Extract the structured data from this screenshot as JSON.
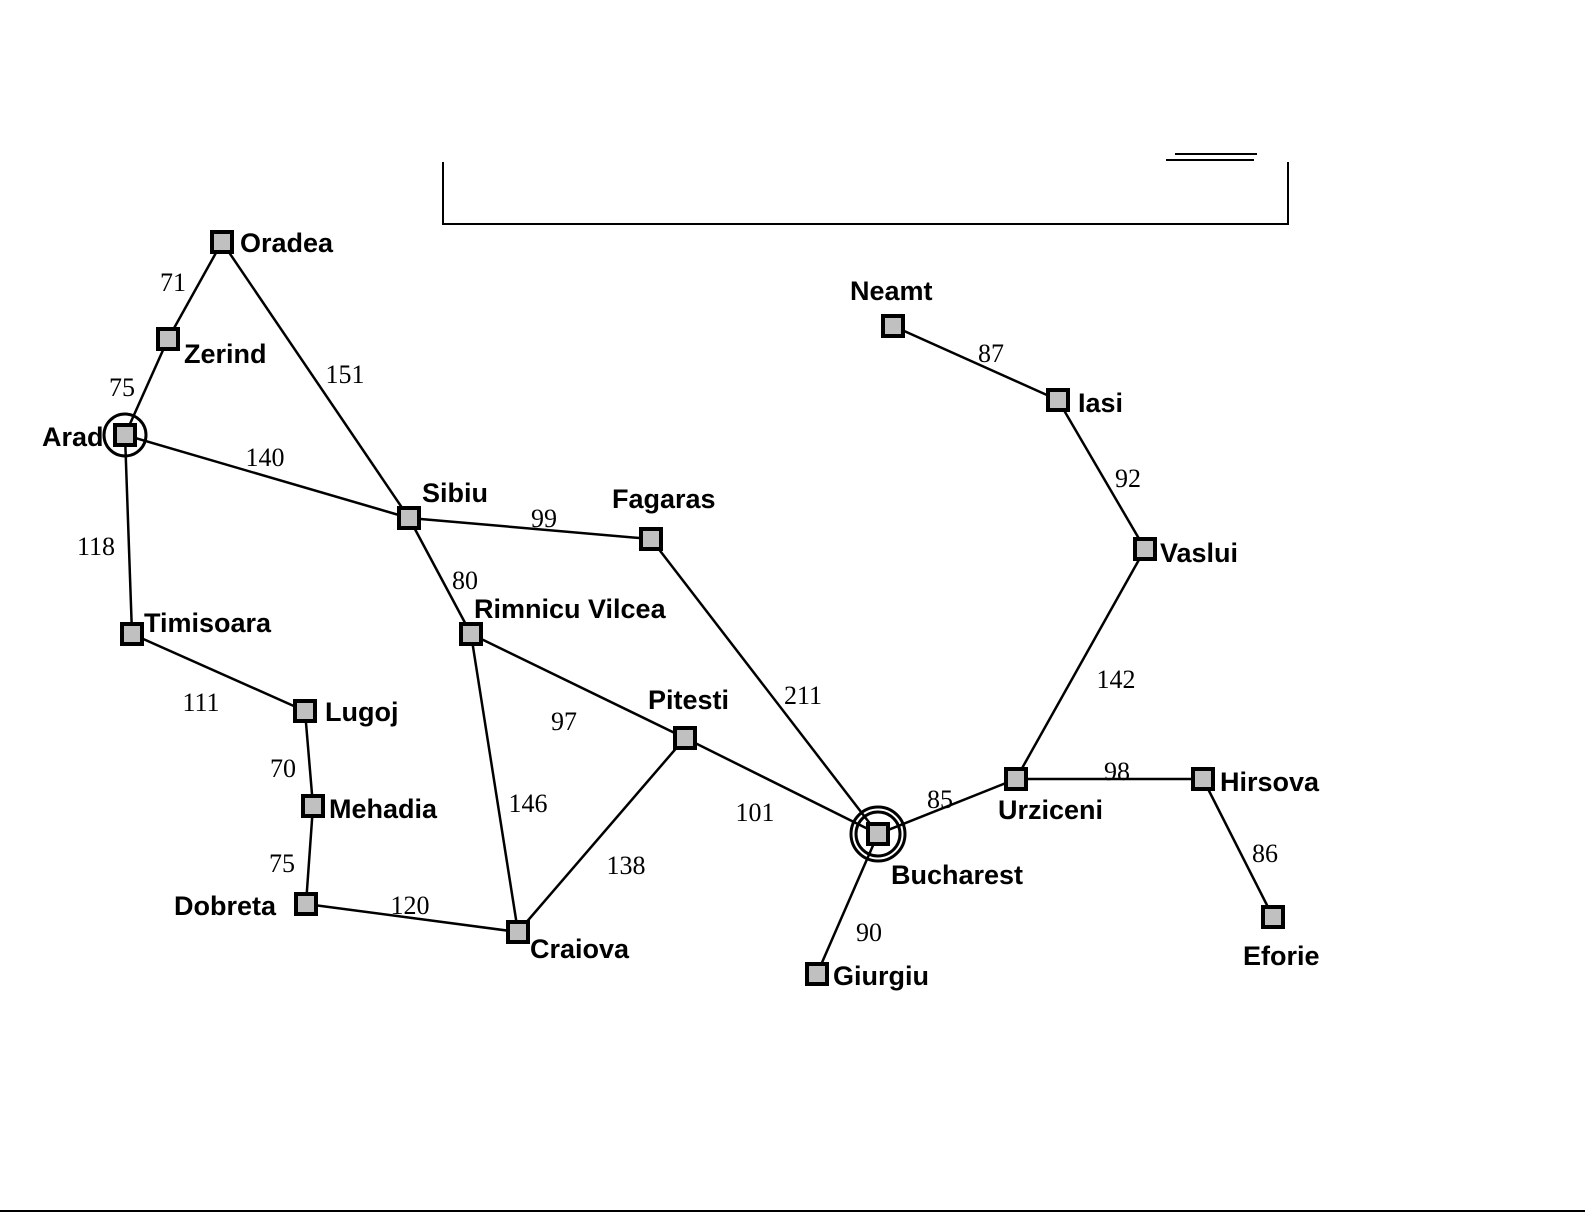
{
  "graph": {
    "start_city": "Arad",
    "goal_city": "Bucharest",
    "cities": [
      {
        "id": "Oradea",
        "label": "Oradea"
      },
      {
        "id": "Zerind",
        "label": "Zerind"
      },
      {
        "id": "Arad",
        "label": "Arad"
      },
      {
        "id": "Sibiu",
        "label": "Sibiu"
      },
      {
        "id": "Fagaras",
        "label": "Fagaras"
      },
      {
        "id": "Timisoara",
        "label": "Timisoara"
      },
      {
        "id": "Lugoj",
        "label": "Lugoj"
      },
      {
        "id": "Mehadia",
        "label": "Mehadia"
      },
      {
        "id": "Dobreta",
        "label": "Dobreta"
      },
      {
        "id": "Craiova",
        "label": "Craiova"
      },
      {
        "id": "RimnicuVilcea",
        "label": "Rimnicu Vilcea"
      },
      {
        "id": "Pitesti",
        "label": "Pitesti"
      },
      {
        "id": "Bucharest",
        "label": "Bucharest"
      },
      {
        "id": "Giurgiu",
        "label": "Giurgiu"
      },
      {
        "id": "Urziceni",
        "label": "Urziceni"
      },
      {
        "id": "Hirsova",
        "label": "Hirsova"
      },
      {
        "id": "Eforie",
        "label": "Eforie"
      },
      {
        "id": "Vaslui",
        "label": "Vaslui"
      },
      {
        "id": "Iasi",
        "label": "Iasi"
      },
      {
        "id": "Neamt",
        "label": "Neamt"
      }
    ],
    "roads": [
      {
        "from": "Oradea",
        "to": "Zerind",
        "distance": "71"
      },
      {
        "from": "Zerind",
        "to": "Arad",
        "distance": "75"
      },
      {
        "from": "Oradea",
        "to": "Sibiu",
        "distance": "151"
      },
      {
        "from": "Arad",
        "to": "Sibiu",
        "distance": "140"
      },
      {
        "from": "Arad",
        "to": "Timisoara",
        "distance": "118"
      },
      {
        "from": "Sibiu",
        "to": "Fagaras",
        "distance": "99"
      },
      {
        "from": "Sibiu",
        "to": "RimnicuVilcea",
        "distance": "80"
      },
      {
        "from": "Timisoara",
        "to": "Lugoj",
        "distance": "111"
      },
      {
        "from": "Lugoj",
        "to": "Mehadia",
        "distance": "70"
      },
      {
        "from": "Mehadia",
        "to": "Dobreta",
        "distance": "75"
      },
      {
        "from": "Dobreta",
        "to": "Craiova",
        "distance": "120"
      },
      {
        "from": "RimnicuVilcea",
        "to": "Craiova",
        "distance": "146"
      },
      {
        "from": "RimnicuVilcea",
        "to": "Pitesti",
        "distance": "97"
      },
      {
        "from": "Craiova",
        "to": "Pitesti",
        "distance": "138"
      },
      {
        "from": "Pitesti",
        "to": "Bucharest",
        "distance": "101"
      },
      {
        "from": "Fagaras",
        "to": "Bucharest",
        "distance": "211"
      },
      {
        "from": "Bucharest",
        "to": "Giurgiu",
        "distance": "90"
      },
      {
        "from": "Bucharest",
        "to": "Urziceni",
        "distance": "85"
      },
      {
        "from": "Urziceni",
        "to": "Hirsova",
        "distance": "98"
      },
      {
        "from": "Hirsova",
        "to": "Eforie",
        "distance": "86"
      },
      {
        "from": "Urziceni",
        "to": "Vaslui",
        "distance": "142"
      },
      {
        "from": "Vaslui",
        "to": "Iasi",
        "distance": "92"
      },
      {
        "from": "Iasi",
        "to": "Neamt",
        "distance": "87"
      }
    ]
  }
}
